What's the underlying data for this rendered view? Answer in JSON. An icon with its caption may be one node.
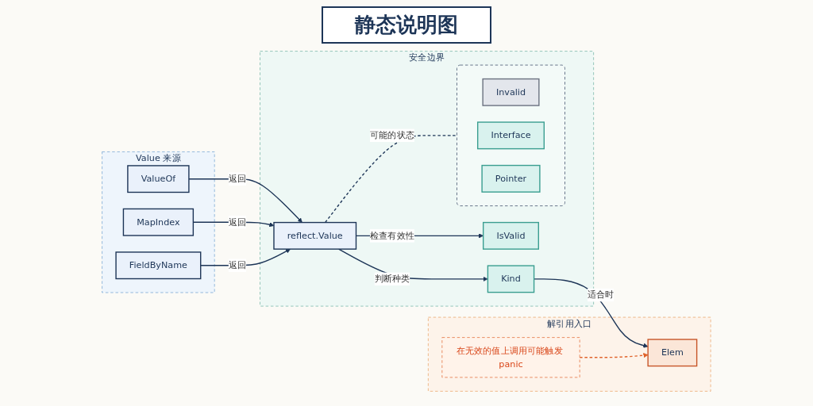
{
  "diagram": {
    "title": "静态说明图",
    "nodes": [
      {
        "text": [
          "Value 来源"
        ]
      },
      {
        "text": [
          "ValueOf"
        ],
        "in": 0
      },
      {
        "text": [
          "MapIndex"
        ],
        "in": 0
      },
      {
        "text": [
          "FieldByName"
        ],
        "in": 0
      },
      {
        "text": [
          "安全边界"
        ]
      },
      {
        "text": [
          "reflect.Value"
        ],
        "in": 4
      },
      {
        "text": [
          "IsValid"
        ],
        "in": 4
      },
      {
        "text": [
          "Kind"
        ],
        "in": 4
      },
      {
        "text": [],
        "shape": "box",
        "in": 4
      },
      {
        "text": [
          "Invalid"
        ],
        "in": 8
      },
      {
        "text": [
          "Interface"
        ],
        "in": 8
      },
      {
        "text": [
          "Pointer"
        ],
        "in": 8
      },
      {
        "text": [
          "解引用入口"
        ]
      },
      {
        "text": [
          "Elem"
        ],
        "in": 12
      },
      {
        "text": [
          "在无效的值上调用可能触发 panic"
        ],
        "in": 12
      }
    ],
    "edges": [
      {
        "from": 1,
        "to": 5,
        "arrow": "to",
        "label": "返回"
      },
      {
        "from": 2,
        "to": 5,
        "arrow": "to",
        "label": "返回"
      },
      {
        "from": 3,
        "to": 5,
        "arrow": "to",
        "label": "返回"
      },
      {
        "from": 5,
        "to": 6,
        "arrow": "to",
        "label": "检查有效性"
      },
      {
        "from": 5,
        "to": 7,
        "arrow": "to",
        "label": "判断种类"
      },
      {
        "from": 7,
        "to": 13,
        "arrow": "to",
        "label": "适合时"
      },
      {
        "from": 5,
        "to": 8,
        "arrow": "none",
        "label": "可能的状态",
        "style": "dashed"
      },
      {
        "from": 14,
        "to": 13,
        "arrow": "to",
        "style": "dashed",
        "color": "#e0622a"
      }
    ]
  }
}
